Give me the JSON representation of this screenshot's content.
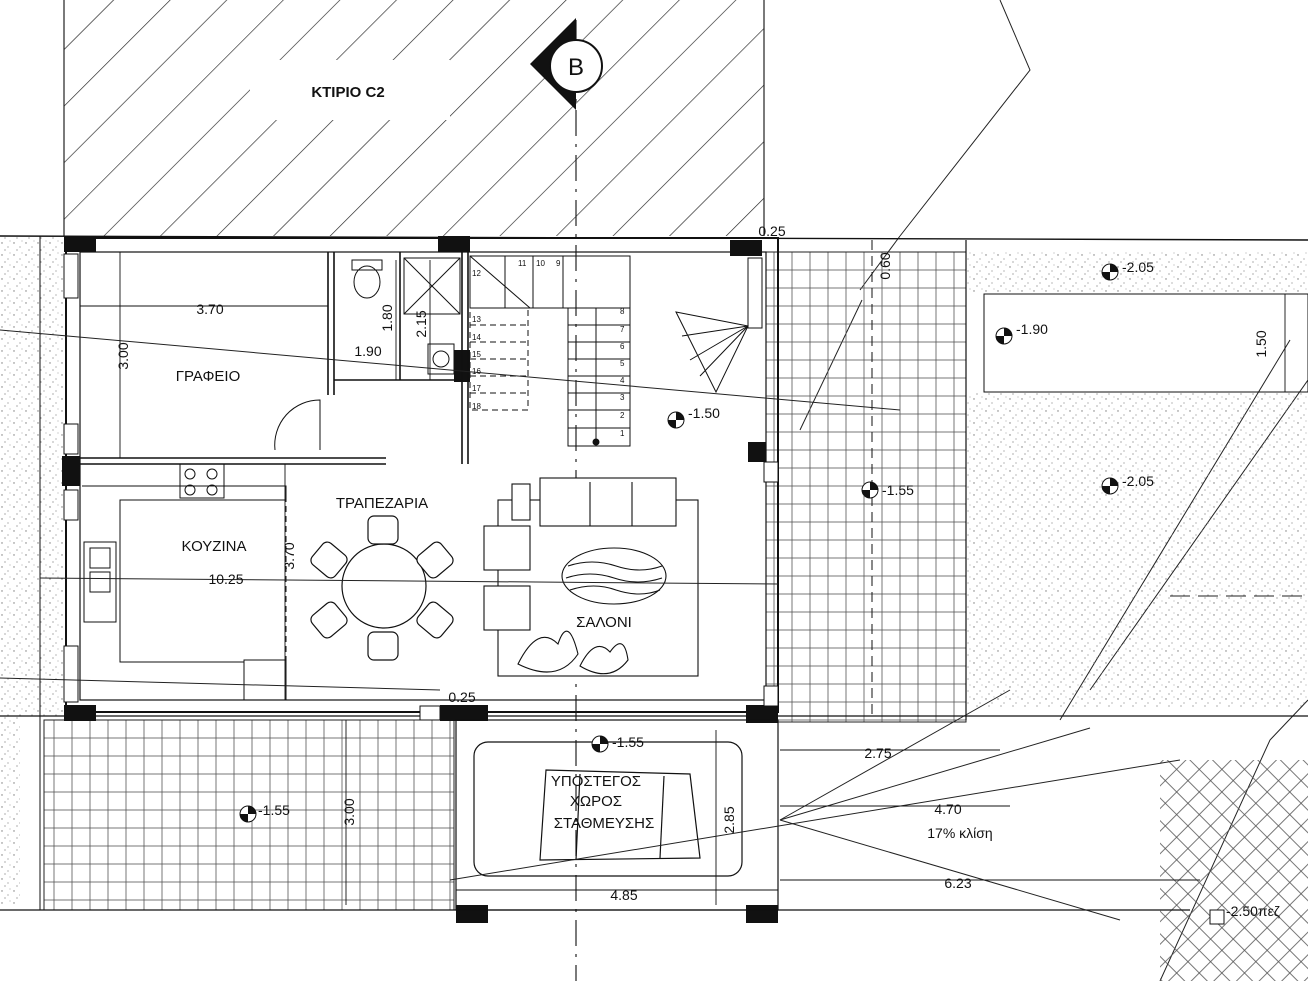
{
  "building_label": "ΚΤΙΡΙΟ C2",
  "section_marker": "B",
  "rooms": {
    "office": "ΓΡΑΦΕΙΟ",
    "dining": "ΤΡΑΠΕΖΑΡΙΑ",
    "kitchen": "ΚΟΥΖΙΝΑ",
    "living": "ΣΑΛΟΝΙ",
    "parking_line1": "ΥΠΟΣΤΕΓΟΣ",
    "parking_line2": "ΧΩΡΟΣ",
    "parking_line3": "ΣΤΑΘΜΕΥΣΗΣ"
  },
  "dimensions": {
    "office_width": "3.70",
    "office_depth": "3.00",
    "wc_width": "1.90",
    "wc_depth": "1.80",
    "shower_depth": "2.15",
    "house_width": "10.25",
    "kitchen_depth": "3.70",
    "wall_top": "0.25",
    "wall_mid": "0.25",
    "side_top": "0.60",
    "east_depth": "1.50",
    "patio_depth": "3.00",
    "garage_depth": "2.85",
    "garage_width": "4.85",
    "ramp_a": "2.75",
    "ramp_b": "4.70",
    "ramp_c": "6.23",
    "slope": "17% κλίση"
  },
  "levels": {
    "ne_a": "-2.05",
    "ne_b": "-1.90",
    "stair": "-1.50",
    "terrace": "-1.55",
    "east": "-2.05",
    "garage": "-1.55",
    "patio": "-1.55",
    "street": "-2.50πεζ"
  },
  "stair_numbers": {
    "top": [
      "11",
      "10",
      "9"
    ],
    "first": "12",
    "left": [
      "13",
      "14",
      "15",
      "16",
      "17",
      "18"
    ],
    "right": [
      "8",
      "7",
      "6",
      "5",
      "4",
      "3",
      "2",
      "1"
    ]
  }
}
